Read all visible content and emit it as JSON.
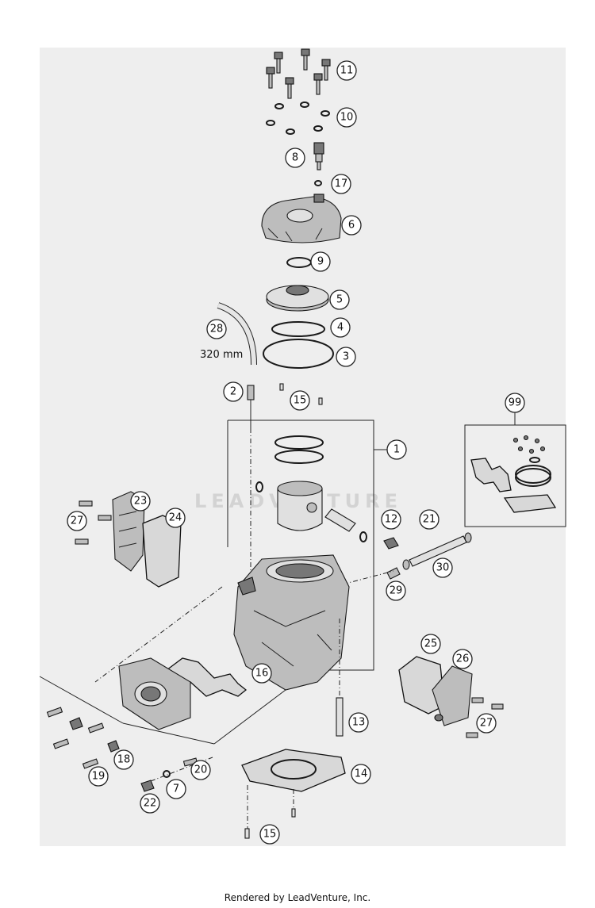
{
  "diagram": {
    "watermark": "LEADVENTURE",
    "dimension_label": "320 mm",
    "footer": "Rendered by LeadVenture, Inc.",
    "callouts": [
      {
        "id": "1",
        "label": "1"
      },
      {
        "id": "2",
        "label": "2"
      },
      {
        "id": "3",
        "label": "3"
      },
      {
        "id": "4",
        "label": "4"
      },
      {
        "id": "5",
        "label": "5"
      },
      {
        "id": "6",
        "label": "6"
      },
      {
        "id": "7",
        "label": "7"
      },
      {
        "id": "8",
        "label": "8"
      },
      {
        "id": "9",
        "label": "9"
      },
      {
        "id": "10",
        "label": "10"
      },
      {
        "id": "11",
        "label": "11"
      },
      {
        "id": "12",
        "label": "12"
      },
      {
        "id": "13",
        "label": "13"
      },
      {
        "id": "14",
        "label": "14"
      },
      {
        "id": "15a",
        "label": "15"
      },
      {
        "id": "15b",
        "label": "15"
      },
      {
        "id": "16",
        "label": "16"
      },
      {
        "id": "17",
        "label": "17"
      },
      {
        "id": "18",
        "label": "18"
      },
      {
        "id": "19",
        "label": "19"
      },
      {
        "id": "20",
        "label": "20"
      },
      {
        "id": "21",
        "label": "21"
      },
      {
        "id": "22",
        "label": "22"
      },
      {
        "id": "23",
        "label": "23"
      },
      {
        "id": "24",
        "label": "24"
      },
      {
        "id": "25",
        "label": "25"
      },
      {
        "id": "26",
        "label": "26"
      },
      {
        "id": "27a",
        "label": "27"
      },
      {
        "id": "27b",
        "label": "27"
      },
      {
        "id": "28",
        "label": "28"
      },
      {
        "id": "29",
        "label": "29"
      },
      {
        "id": "30",
        "label": "30"
      },
      {
        "id": "99",
        "label": "99"
      }
    ]
  }
}
